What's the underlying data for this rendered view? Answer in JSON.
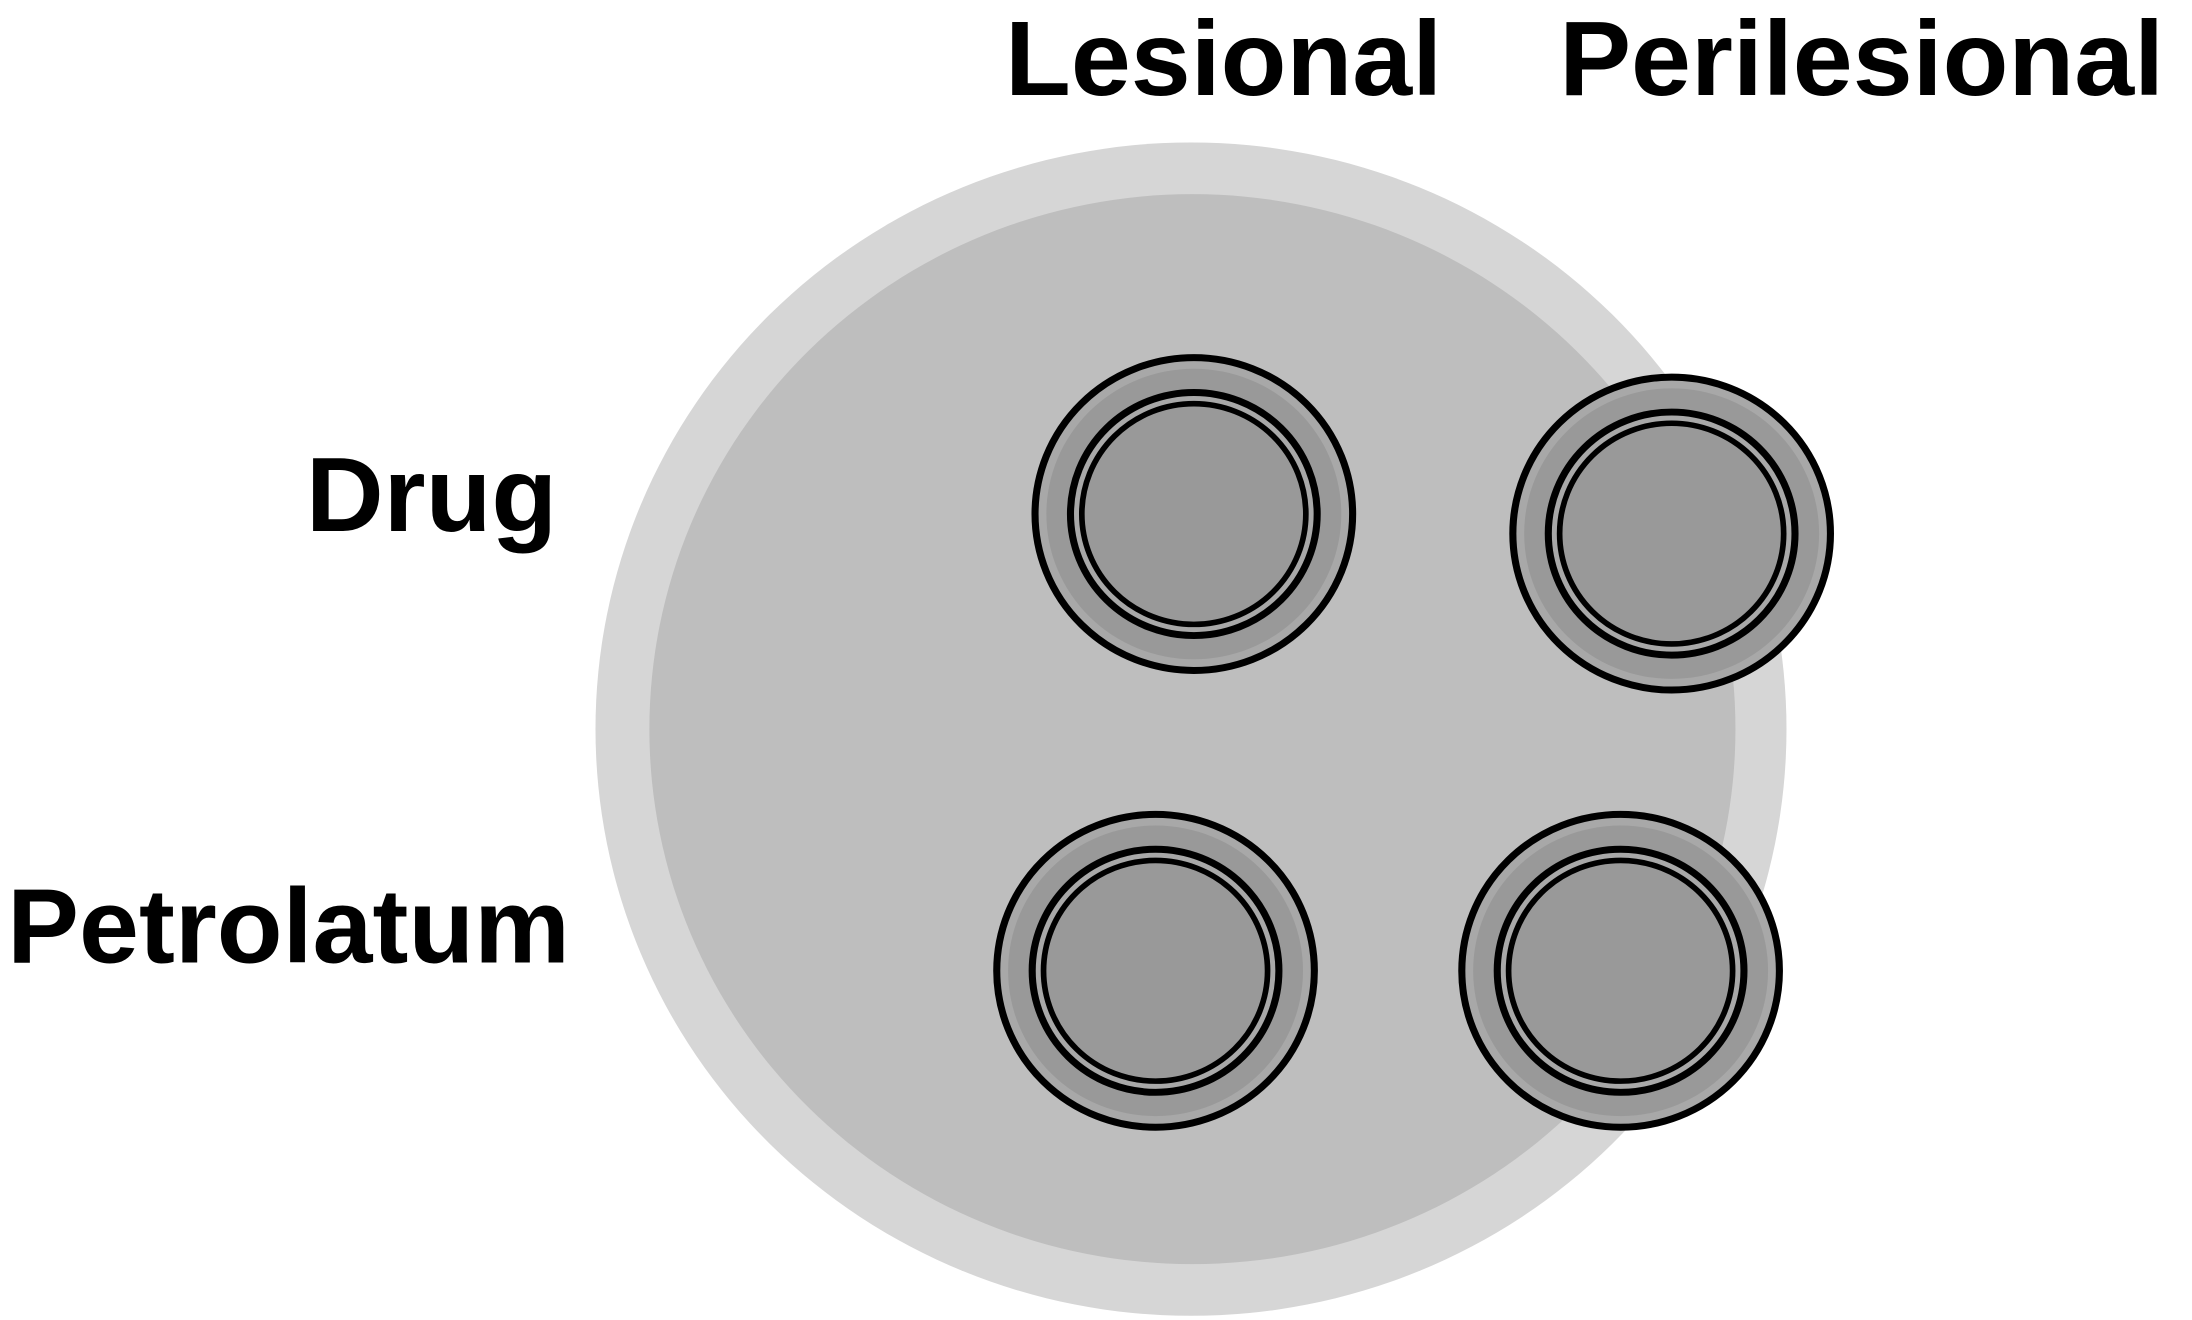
{
  "column_labels": [
    "Lesional",
    "Perilesional"
  ],
  "row_labels": [
    "Drug",
    "Petrolatum"
  ],
  "colors": {
    "outer_ring": "#d6d6d6",
    "inner_disc": "#bebebe",
    "site_fill": "#999999",
    "site_ring": "#a8a8a8",
    "stroke": "#000000"
  },
  "sites": [
    {
      "row": "Drug",
      "column": "Lesional"
    },
    {
      "row": "Drug",
      "column": "Perilesional"
    },
    {
      "row": "Petrolatum",
      "column": "Lesional"
    },
    {
      "row": "Petrolatum",
      "column": "Perilesional"
    }
  ]
}
